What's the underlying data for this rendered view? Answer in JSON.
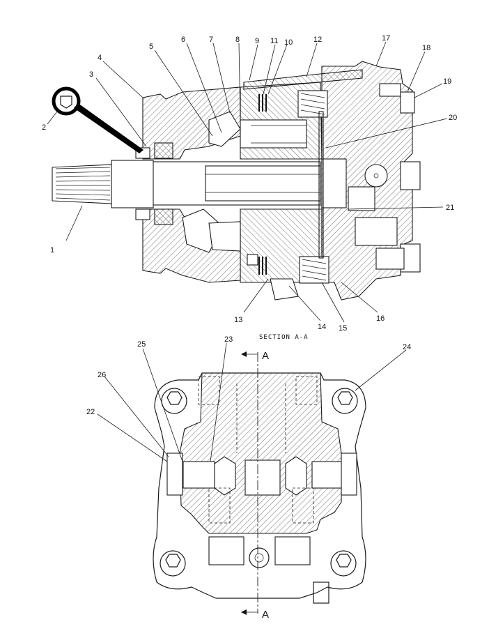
{
  "diagram": {
    "section_caption": "SECTION A-A",
    "section_marker_top": "A",
    "section_marker_bottom": "A",
    "callouts": [
      {
        "id": "c1",
        "text": "1"
      },
      {
        "id": "c2",
        "text": "2"
      },
      {
        "id": "c3",
        "text": "3"
      },
      {
        "id": "c4",
        "text": "4"
      },
      {
        "id": "c5",
        "text": "5"
      },
      {
        "id": "c6",
        "text": "6"
      },
      {
        "id": "c7",
        "text": "7"
      },
      {
        "id": "c8",
        "text": "8"
      },
      {
        "id": "c9",
        "text": "9"
      },
      {
        "id": "c10",
        "text": "10"
      },
      {
        "id": "c11",
        "text": "11"
      },
      {
        "id": "c12",
        "text": "12"
      },
      {
        "id": "c13",
        "text": "13"
      },
      {
        "id": "c14",
        "text": "14"
      },
      {
        "id": "c15",
        "text": "15"
      },
      {
        "id": "c16",
        "text": "16"
      },
      {
        "id": "c17",
        "text": "17"
      },
      {
        "id": "c18",
        "text": "18"
      },
      {
        "id": "c19",
        "text": "19"
      },
      {
        "id": "c20",
        "text": "20"
      },
      {
        "id": "c21",
        "text": "21"
      },
      {
        "id": "c22",
        "text": "22"
      },
      {
        "id": "c23",
        "text": "23"
      },
      {
        "id": "c24",
        "text": "24"
      },
      {
        "id": "c25",
        "text": "25"
      },
      {
        "id": "c26",
        "text": "26"
      }
    ]
  }
}
